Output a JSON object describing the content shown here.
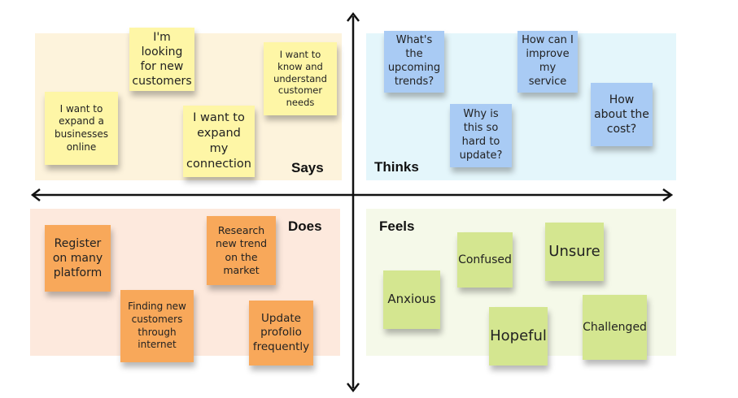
{
  "quadrants": {
    "says": {
      "label": "Says"
    },
    "thinks": {
      "label": "Thinks"
    },
    "does": {
      "label": "Does"
    },
    "feels": {
      "label": "Feels"
    }
  },
  "notes": {
    "says": [
      "I'm looking for new customers",
      "I want to know and understand customer needs",
      "I want to expand a businesses online",
      "I want to expand my connection"
    ],
    "thinks": [
      "What's the upcoming trends?",
      "How can I improve my service",
      "Why is this so hard to update?",
      "How about the cost?"
    ],
    "does": [
      "Register on many platform",
      "Research new trend on the market",
      "Finding new customers through internet",
      "Update profolio frequently"
    ],
    "feels": [
      "Confused",
      "Unsure",
      "Anxious",
      "Hopeful",
      "Challenged"
    ]
  },
  "colors": {
    "says_note": "#fef6a6",
    "thinks_note": "#a9cbf4",
    "does_note": "#f8a85a",
    "feels_note": "#d4e690",
    "axis": "#111111"
  }
}
